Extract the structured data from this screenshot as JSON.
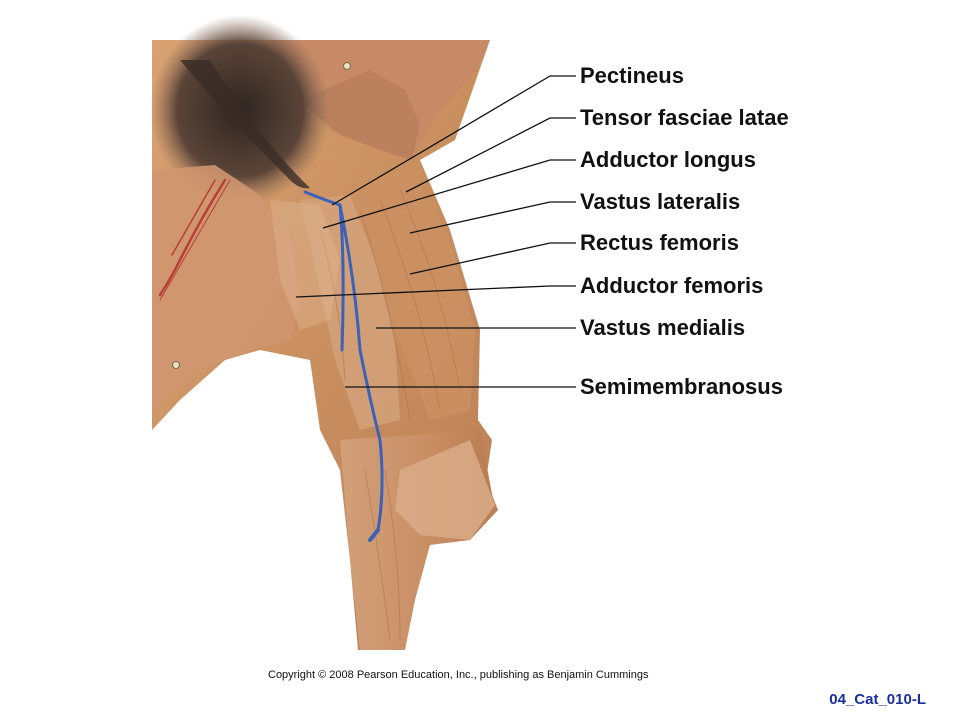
{
  "labels": [
    "Pectineus",
    "Tensor fasciae latae",
    "Adductor longus",
    "Vastus lateralis",
    "Rectus femoris",
    "Adductor femoris",
    "Vastus medialis",
    "Semimembranosus"
  ],
  "copyright": "Copyright © 2008 Pearson Education, Inc., publishing as Benjamin Cummings",
  "figure_code": "04_Cat_010-L",
  "colors": {
    "muscle": "#c98f5f",
    "fascia": "#d8ad86",
    "shadow": "#5a4438",
    "vessel_blue": "#3b62b8",
    "vessel_red": "#b3302c",
    "code_text": "#1a2fa0"
  }
}
